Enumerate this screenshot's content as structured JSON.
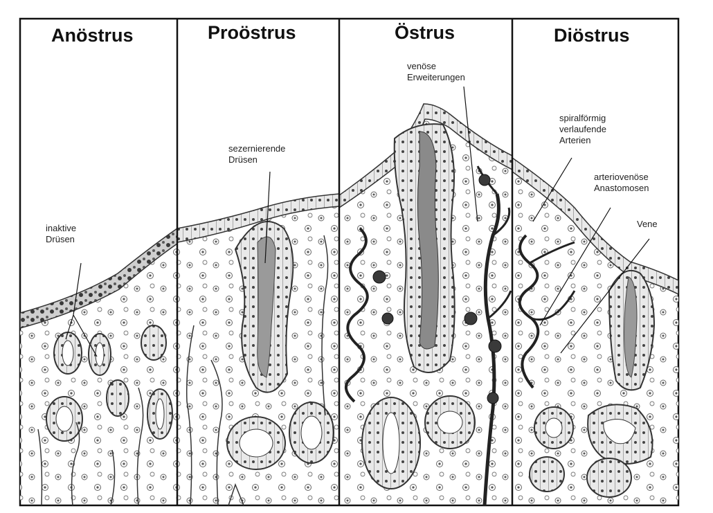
{
  "panels": [
    {
      "title": "Anöstrus"
    },
    {
      "title": "Proöstrus"
    },
    {
      "title": "Östrus"
    },
    {
      "title": "Diöstrus"
    }
  ],
  "labels": {
    "inactive_glands": [
      "inaktive",
      "Drüsen"
    ],
    "secreting_glands": [
      "sezernierende",
      "Drüsen"
    ],
    "venous_dilations": [
      "venöse",
      "Erweiterungen"
    ],
    "spiral_arteries": [
      "spiralförmig",
      "verlaufende",
      "Arterien"
    ],
    "av_anastomoses": [
      "arteriovenöse",
      "Anastomosen"
    ],
    "vein": [
      "Vene"
    ]
  }
}
